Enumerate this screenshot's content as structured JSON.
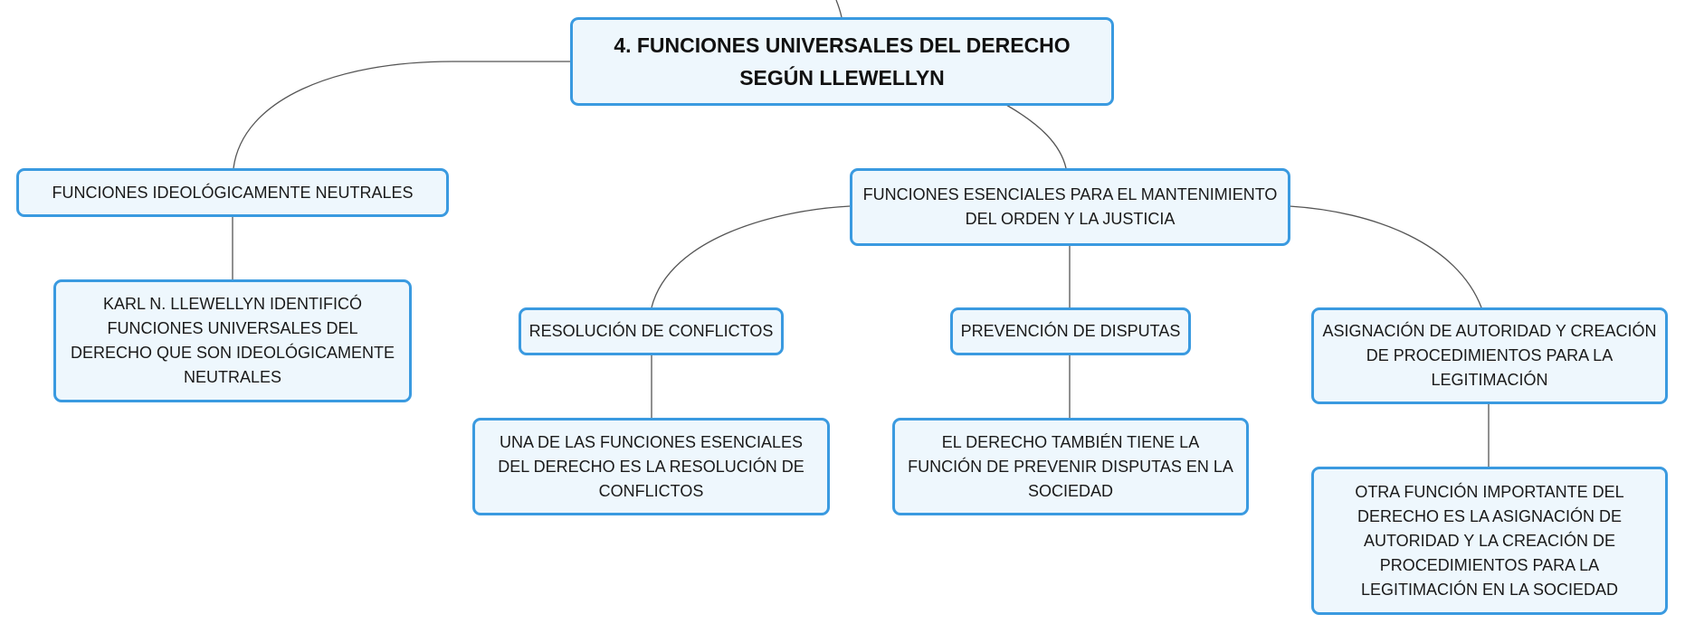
{
  "colors": {
    "node_border": "#3a9ae0",
    "node_fill": "#eef7fd",
    "connector": "#555555",
    "text": "#1a1a1a"
  },
  "nodes": {
    "root": "4. FUNCIONES UNIVERSALES DEL DERECHO SEGÚN LLEWELLYN",
    "neutral": "FUNCIONES IDEOLÓGICAMENTE NEUTRALES",
    "neutral_detail": "KARL N. LLEWELLYN IDENTIFICÓ FUNCIONES UNIVERSALES DEL DERECHO QUE SON IDEOLÓGICAMENTE NEUTRALES",
    "essential": "FUNCIONES ESENCIALES PARA EL MANTENIMIENTO DEL ORDEN Y LA JUSTICIA",
    "resolution": "RESOLUCIÓN DE CONFLICTOS",
    "resolution_detail": "UNA DE LAS FUNCIONES ESENCIALES DEL DERECHO ES LA RESOLUCIÓN DE CONFLICTOS",
    "prevention": "PREVENCIÓN DE DISPUTAS",
    "prevention_detail": "EL DERECHO TAMBIÉN TIENE LA FUNCIÓN DE PREVENIR DISPUTAS EN LA SOCIEDAD",
    "authority": "ASIGNACIÓN DE AUTORIDAD Y CREACIÓN DE PROCEDIMIENTOS PARA LA LEGITIMACIÓN",
    "authority_detail": "OTRA FUNCIÓN IMPORTANTE DEL DERECHO ES LA ASIGNACIÓN DE AUTORIDAD Y LA CREACIÓN DE PROCEDIMIENTOS PARA LA LEGITIMACIÓN EN LA SOCIEDAD"
  }
}
